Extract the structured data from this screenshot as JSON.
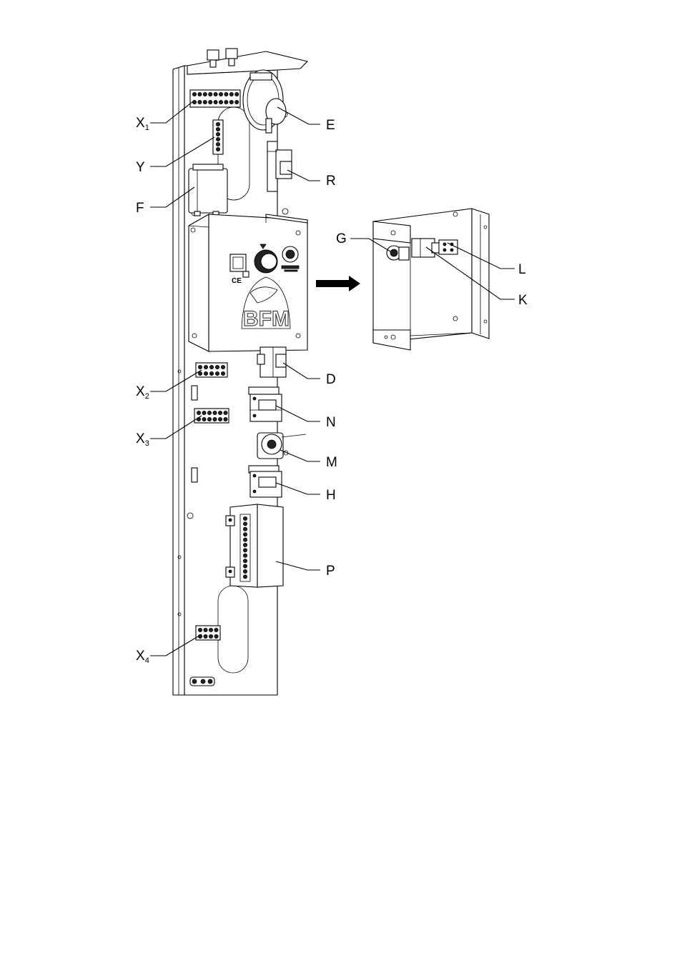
{
  "callouts": {
    "x1": {
      "letter": "X",
      "sub": "1"
    },
    "y": "Y",
    "f": "F",
    "e": "E",
    "r": "R",
    "g": "G",
    "l": "L",
    "k": "K",
    "x2": {
      "letter": "X",
      "sub": "2"
    },
    "x3": {
      "letter": "X",
      "sub": "3"
    },
    "x4": {
      "letter": "X",
      "sub": "4"
    },
    "d": "D",
    "n": "N",
    "m": "M",
    "h": "H",
    "p": "P"
  },
  "front_panel": {
    "brand_logo": "BFM",
    "ce_mark": "CE"
  },
  "colors": {
    "line": "#000000",
    "background": "#ffffff",
    "shade": "#d9d9d9"
  }
}
